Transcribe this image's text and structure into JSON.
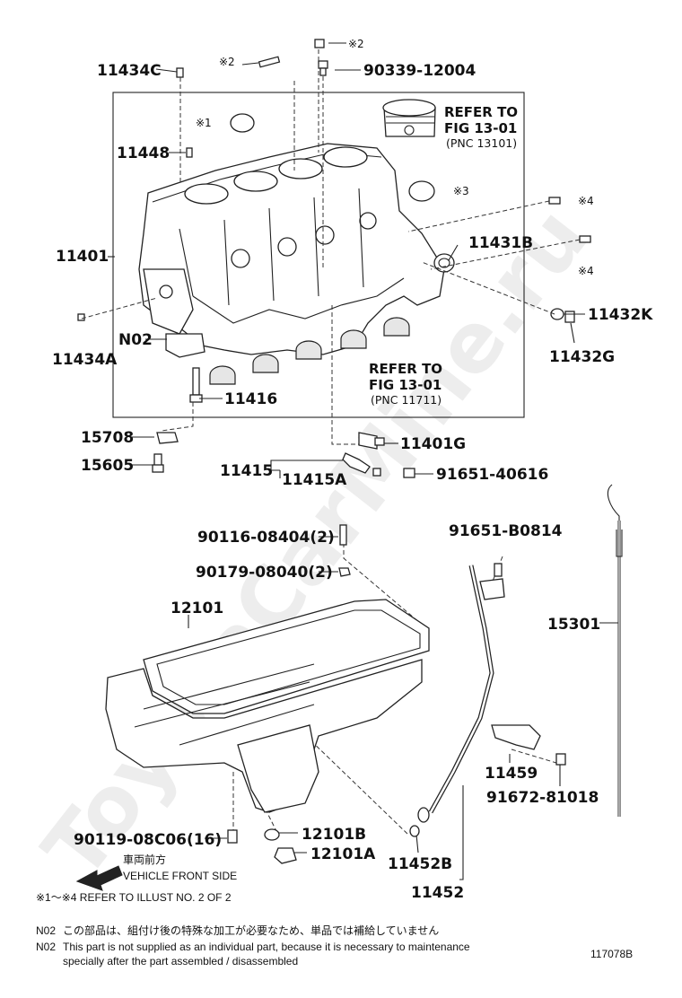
{
  "diagram": {
    "watermark": "ToyotaCarMine.ru",
    "figure_code": "117078B",
    "parts": {
      "p11434C": "11434C",
      "p90339": "90339-12004",
      "p11448": "11448",
      "p11401": "11401",
      "p11431B": "11431B",
      "p11432K": "11432K",
      "p11432G": "11432G",
      "pN02": "N02",
      "p11434A": "11434A",
      "p11416": "11416",
      "p15708": "15708",
      "p15605": "15605",
      "p11401G": "11401G",
      "p11415": "11415",
      "p11415A": "11415A",
      "p91651_40616": "91651-40616",
      "p90116": "90116-08404(2)",
      "p90179": "90179-08040(2)",
      "p91651_B0814": "91651-B0814",
      "p12101": "12101",
      "p15301": "15301",
      "p11459": "11459",
      "p91672": "91672-81018",
      "p90119": "90119-08C06(16)",
      "p12101B": "12101B",
      "p12101A": "12101A",
      "p11452B": "11452B",
      "p11452": "11452"
    },
    "marks": {
      "m2a": "※2",
      "m2b": "※2",
      "m1": "※1",
      "m3": "※3",
      "m4a": "※4",
      "m4b": "※4"
    },
    "refs": {
      "ref1_line1": "REFER TO",
      "ref1_line2": "FIG 13-01",
      "ref1_line3": "(PNC 13101)",
      "ref2_line1": "REFER TO",
      "ref2_line2": "FIG 13-01",
      "ref2_line3": "(PNC 11711)"
    },
    "front": {
      "jp": "車両前方",
      "en": "VEHICLE FRONT SIDE"
    },
    "footnotes": {
      "refer_illust": "※1～※4  REFER TO ILLUST NO. 2 OF 2",
      "n02_jp_tag": "N02",
      "n02_jp": "この部品は、組付け後の特殊な加工が必要なため、単品では補給していません",
      "n02_en_tag": "N02",
      "n02_en_line1": "This part is not supplied as an individual part, because it is necessary to maintenance",
      "n02_en_line2": "specially after the part assembled / disassembled"
    }
  }
}
